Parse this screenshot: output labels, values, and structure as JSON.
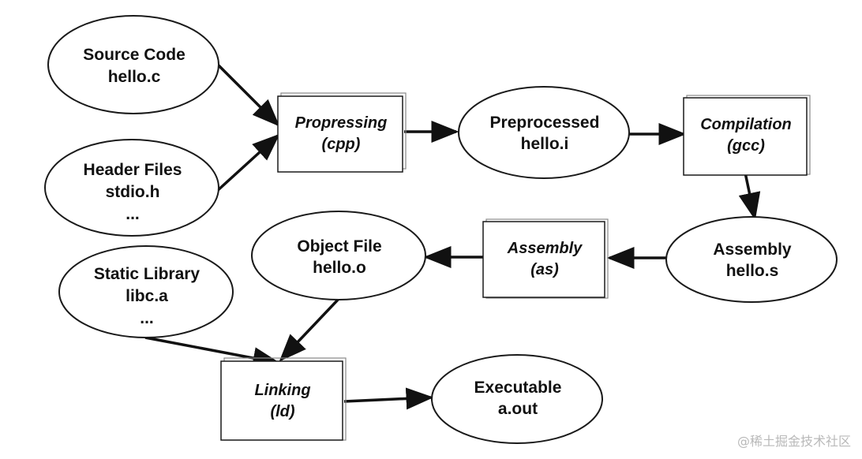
{
  "nodes": {
    "source_code": {
      "lines": [
        "Source Code",
        "hello.c"
      ]
    },
    "header_files": {
      "lines": [
        "Header Files",
        "stdio.h",
        "..."
      ]
    },
    "preprocessing": {
      "lines": [
        "Propressing",
        "(cpp)"
      ]
    },
    "preprocessed": {
      "lines": [
        "Preprocessed",
        "hello.i"
      ]
    },
    "compilation": {
      "lines": [
        "Compilation",
        "(gcc)"
      ]
    },
    "assembly_file": {
      "lines": [
        "Assembly",
        "hello.s"
      ]
    },
    "assembly_step": {
      "lines": [
        "Assembly",
        "(as)"
      ]
    },
    "object_file": {
      "lines": [
        "Object File",
        "hello.o"
      ]
    },
    "static_library": {
      "lines": [
        "Static Library",
        "libc.a",
        "..."
      ]
    },
    "linking": {
      "lines": [
        "Linking",
        "(ld)"
      ]
    },
    "executable": {
      "lines": [
        "Executable",
        "a.out"
      ]
    }
  },
  "watermark": "@稀土掘金技术社区",
  "colors": {
    "stroke": "#1a1a1a",
    "background": "#ffffff",
    "watermark": "#b9b9b9"
  }
}
